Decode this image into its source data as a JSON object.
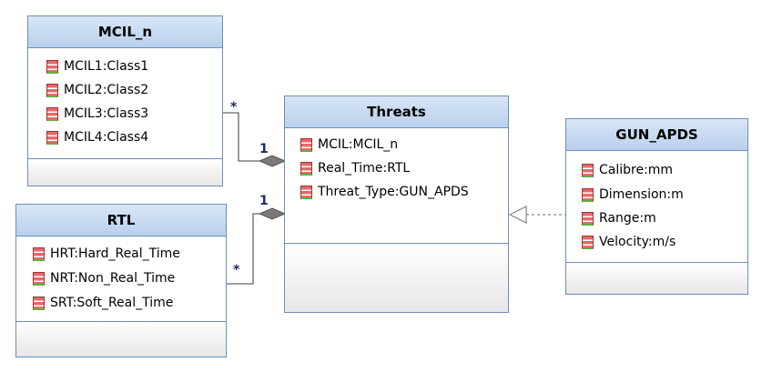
{
  "classes": {
    "mcil": {
      "name": "MCIL_n",
      "attributes": [
        "MCIL1:Class1",
        "MCIL2:Class2",
        "MCIL3:Class3",
        "MCIL4:Class4"
      ]
    },
    "rtl": {
      "name": "RTL",
      "attributes": [
        "HRT:Hard_Real_Time",
        "NRT:Non_Real_Time",
        "SRT:Soft_Real_Time"
      ]
    },
    "threats": {
      "name": "Threats",
      "attributes": [
        "MCIL:MCIL_n",
        "Real_Time:RTL",
        "Threat_Type:GUN_APDS"
      ]
    },
    "gun_apds": {
      "name": "GUN_APDS",
      "attributes": [
        "Calibre:mm",
        "Dimension:m",
        "Range:m",
        "Velocity:m/s"
      ]
    }
  },
  "multiplicities": {
    "mcil_many": "*",
    "mcil_threats_one": "1",
    "rtl_many": "*",
    "rtl_threats_one": "1"
  },
  "colors": {
    "class_border": "#6d8fb8",
    "header_top": "#d8e6f6",
    "header_bottom": "#b9d0ec",
    "connector": "#666666",
    "multiplicity": "#1c2a6a"
  }
}
